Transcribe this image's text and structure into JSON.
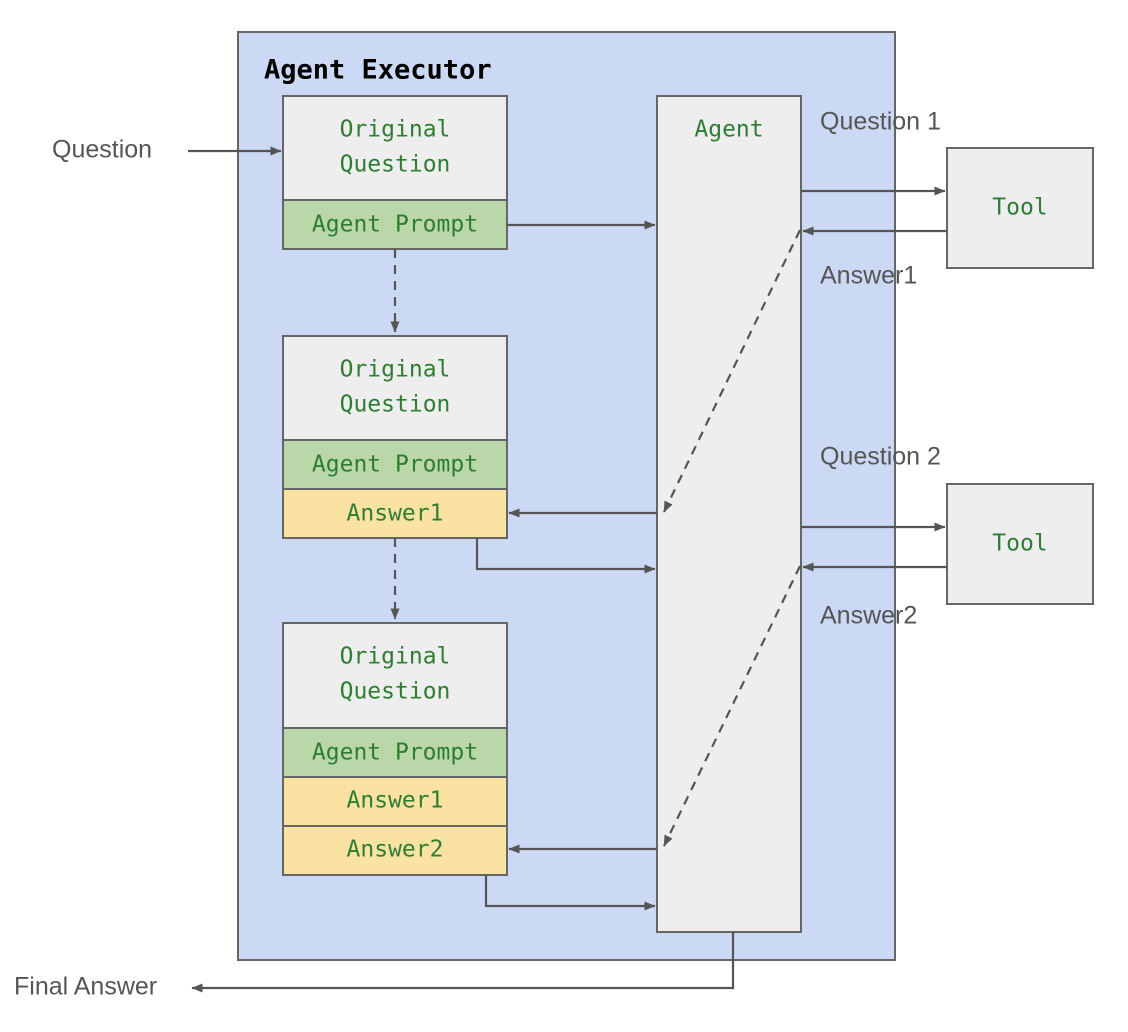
{
  "container": {
    "title": "Agent Executor",
    "fill_color": "#ccd9f5",
    "stroke_color": "#666666"
  },
  "colors": {
    "gray_box": "#eeeeee",
    "green_box": "#b9d7a8",
    "yellow_box": "#fae3a2",
    "blue_container": "#ccd9f5",
    "text_green": "#2e7d32",
    "label_gray": "#555555",
    "stroke": "#666666"
  },
  "external_labels": {
    "input_question": "Question",
    "final_answer": "Final Answer",
    "question_1": "Question 1",
    "answer_1": "Answer1",
    "question_2": "Question 2",
    "answer_2": "Answer2"
  },
  "agent_column": {
    "label": "Agent"
  },
  "tools": [
    {
      "label": "Tool"
    },
    {
      "label": "Tool"
    }
  ],
  "prompt_blocks": [
    {
      "id": "block-1",
      "rows": [
        {
          "kind": "question",
          "label": "Original\nQuestion",
          "line1": "Original",
          "line2": "Question"
        },
        {
          "kind": "prompt",
          "label": "Agent Prompt"
        }
      ]
    },
    {
      "id": "block-2",
      "rows": [
        {
          "kind": "question",
          "label": "Original\nQuestion",
          "line1": "Original",
          "line2": "Question"
        },
        {
          "kind": "prompt",
          "label": "Agent Prompt"
        },
        {
          "kind": "answer",
          "label": "Answer1"
        }
      ]
    },
    {
      "id": "block-3",
      "rows": [
        {
          "kind": "question",
          "label": "Original\nQuestion",
          "line1": "Original",
          "line2": "Question"
        },
        {
          "kind": "prompt",
          "label": "Agent Prompt"
        },
        {
          "kind": "answer",
          "label": "Answer1"
        },
        {
          "kind": "answer",
          "label": "Answer2"
        }
      ]
    }
  ]
}
